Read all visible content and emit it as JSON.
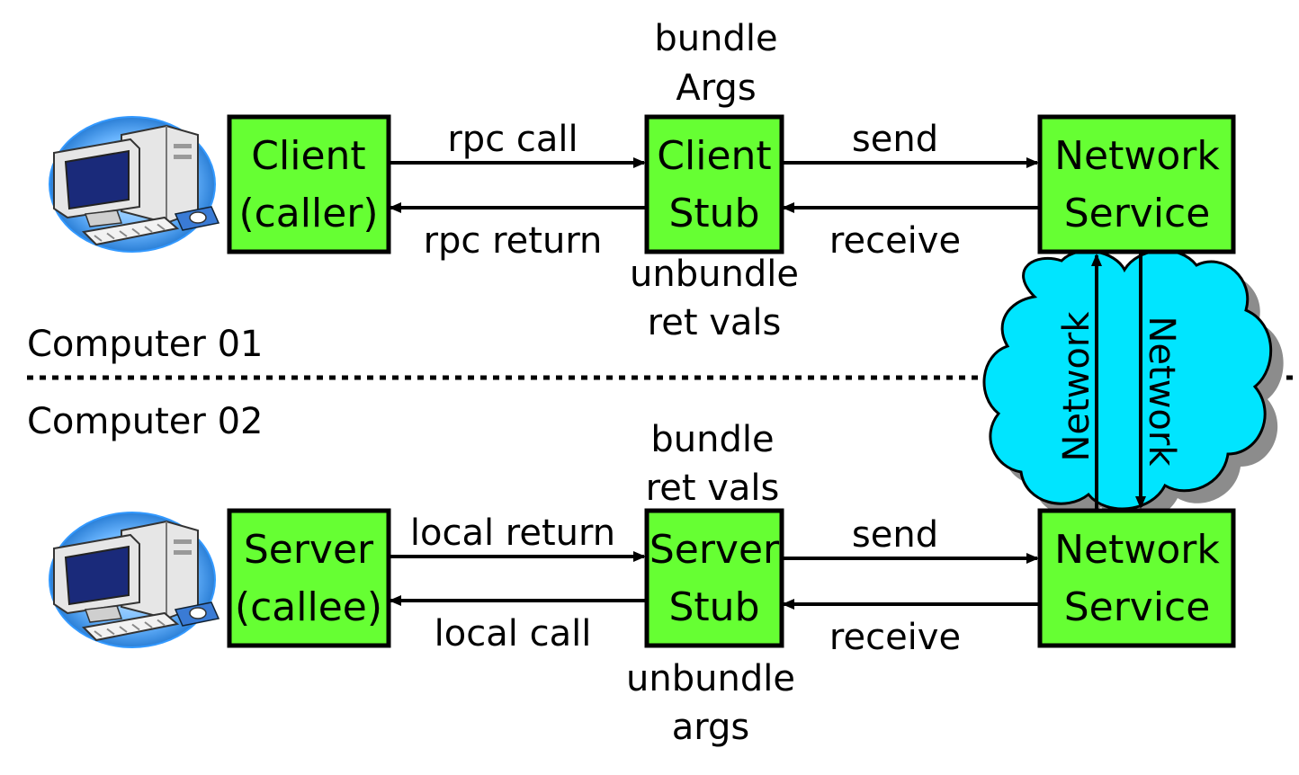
{
  "colors": {
    "box_fill": "#66ff33",
    "cloud_fill": "#00e5ff",
    "cloud_shadow": "#8c8c8c",
    "monitor_body": "#e6e6e6",
    "screen": "#1a2a7a",
    "pad": "#3a7bd5",
    "halo": "#3399ff"
  },
  "icons": {
    "computer_top": "desktop-computer-icon",
    "computer_bottom": "desktop-computer-icon",
    "cloud": "network-cloud-icon"
  },
  "sections": {
    "computer1": "Computer 01",
    "computer2": "Computer 02"
  },
  "top": {
    "client": [
      "Client",
      "(caller)"
    ],
    "client_stub": [
      "Client",
      "Stub"
    ],
    "network_service": [
      "Network",
      "Service"
    ],
    "rpc_call": "rpc call",
    "rpc_return": "rpc return",
    "send": "send",
    "receive": "receive",
    "bundle": [
      "bundle",
      "Args"
    ],
    "unbundle": [
      "unbundle",
      "ret vals"
    ]
  },
  "bottom": {
    "server": [
      "Server",
      "(callee)"
    ],
    "server_stub": [
      "Server",
      "Stub"
    ],
    "network_service": [
      "Network",
      "Service"
    ],
    "local_return": "local return",
    "local_call": "local call",
    "send": "send",
    "receive": "receive",
    "bundle": [
      "bundle",
      "ret vals"
    ],
    "unbundle": [
      "unbundle",
      "args"
    ]
  },
  "network": {
    "left_label": "Network",
    "right_label": "Network"
  }
}
